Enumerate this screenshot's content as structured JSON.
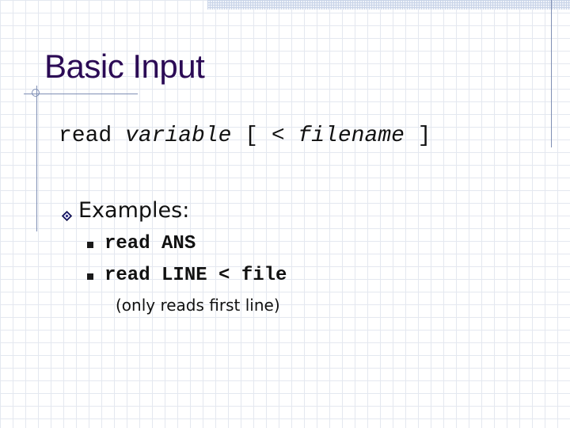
{
  "slide": {
    "title": "Basic Input",
    "syntax": {
      "command": "read ",
      "argument": "variable",
      "bracket_open": " [ < ",
      "file_argument": "filename",
      "bracket_close": " ]"
    },
    "bullet": {
      "icon": "diamond-icon",
      "label": "Examples:"
    },
    "sub_items": [
      {
        "icon": "square-bullet-icon",
        "text": "read ANS"
      },
      {
        "icon": "square-bullet-icon",
        "text": "read LINE < file"
      }
    ],
    "note": "(only reads first line)"
  },
  "colors": {
    "title": "#2b0a55",
    "text": "#111111",
    "accent_lines": "#7f8fb5",
    "grid": "#e4e8f0"
  }
}
